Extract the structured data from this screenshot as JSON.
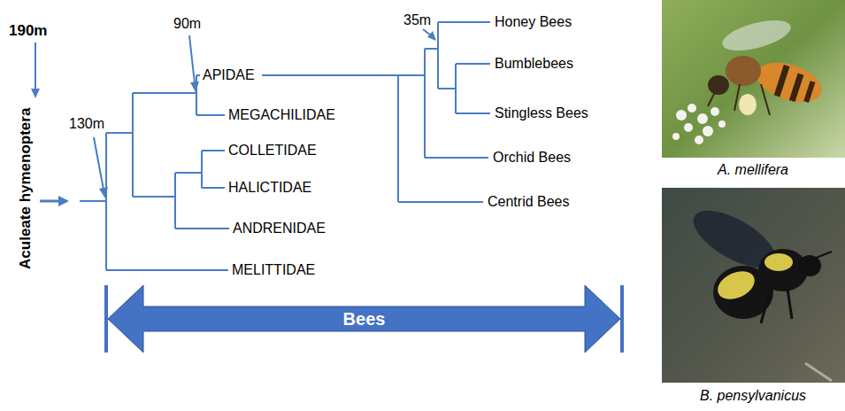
{
  "diagram": {
    "nodes": [
      {
        "text": [
          "Bees"
        ]
      }
    ],
    "labels": [
      "190m",
      "Aculeate hymenoptera",
      "130m",
      "90m",
      "35m",
      "APIDAE",
      "MEGACHILIDAE",
      "COLLETIDAE",
      "HALICTIDAE",
      "ANDRENIDAE",
      "MELITTIDAE",
      "Honey Bees",
      "Bumblebees",
      "Stingless Bees",
      "Orchid Bees",
      "Centrid Bees",
      "A. mellifera",
      "B. pensylvanicus"
    ]
  }
}
